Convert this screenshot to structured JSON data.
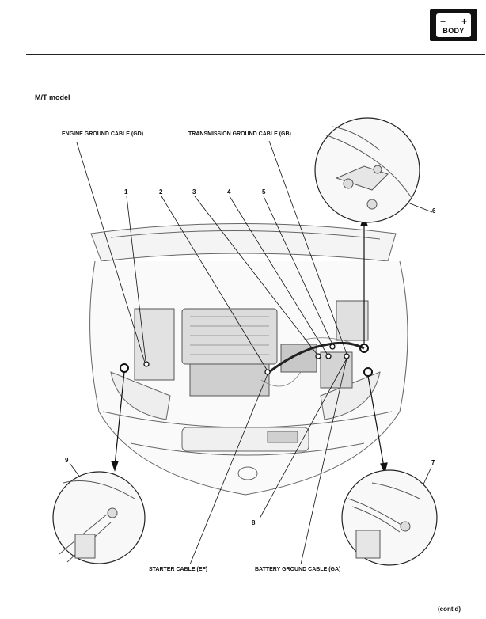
{
  "badge": {
    "minus": "−",
    "plus": "+",
    "label": "BODY"
  },
  "section_title": "M/T model",
  "callouts": {
    "engine_ground": "ENGINE GROUND CABLE (GD)",
    "transmission_ground": "TRANSMISSION GROUND CABLE (GB)",
    "starter": "STARTER CABLE (EF)",
    "battery_ground": "BATTERY GROUND CABLE (GA)"
  },
  "numbers": {
    "n1": "1",
    "n2": "2",
    "n3": "3",
    "n4": "4",
    "n5": "5",
    "n6": "6",
    "n7": "7",
    "n8": "8",
    "n9": "9"
  },
  "footer": {
    "contd": "(cont'd)"
  }
}
